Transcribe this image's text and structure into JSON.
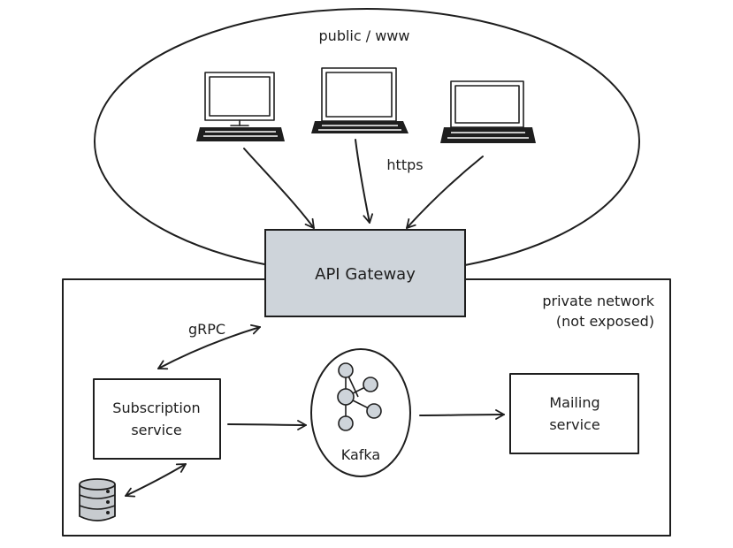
{
  "diagram": {
    "public_zone_label": "public / www",
    "protocol_public": "https",
    "gateway_label": "API Gateway",
    "private_zone_label_line1": "private network",
    "private_zone_label_line2": "(not exposed)",
    "protocol_internal": "gRPC",
    "subscription_line1": "Subscription",
    "subscription_line2": "service",
    "kafka_label": "Kafka",
    "mailing_line1": "Mailing",
    "mailing_line2": "service"
  },
  "icons": [
    "laptop-icon",
    "laptop-icon",
    "laptop-icon",
    "kafka-icon",
    "database-icon"
  ],
  "colors": {
    "gateway_fill": "#ced4da",
    "database_fill": "#c7cbcf",
    "ink": "#1e1e1e",
    "background": "#ffffff"
  }
}
